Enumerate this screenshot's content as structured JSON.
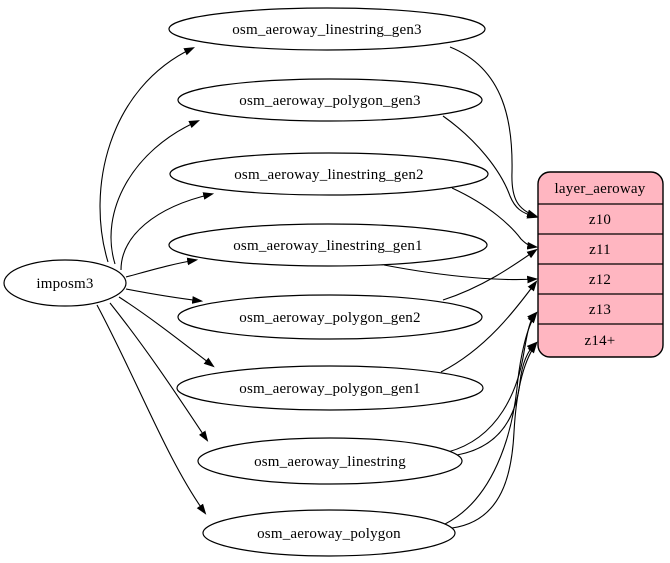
{
  "diagram": {
    "kind": "etl-dependency-graph",
    "background_color": "#ffffff",
    "edge_color": "#000000",
    "table_node_fill": "#ffffff",
    "source": {
      "label": "imposm3"
    },
    "tables": [
      {
        "label": "osm_aeroway_linestring_gen3"
      },
      {
        "label": "osm_aeroway_polygon_gen3"
      },
      {
        "label": "osm_aeroway_linestring_gen2"
      },
      {
        "label": "osm_aeroway_linestring_gen1"
      },
      {
        "label": "osm_aeroway_polygon_gen2"
      },
      {
        "label": "osm_aeroway_polygon_gen1"
      },
      {
        "label": "osm_aeroway_linestring"
      },
      {
        "label": "osm_aeroway_polygon"
      }
    ],
    "layer": {
      "header": "layer_aeroway",
      "fill": "#ffb6c1",
      "rows": [
        {
          "label": "z10"
        },
        {
          "label": "z11"
        },
        {
          "label": "z12"
        },
        {
          "label": "z13"
        },
        {
          "label": "z14+"
        }
      ]
    },
    "edges": [
      {
        "from": "imposm3",
        "to": "osm_aeroway_linestring_gen3"
      },
      {
        "from": "imposm3",
        "to": "osm_aeroway_polygon_gen3"
      },
      {
        "from": "imposm3",
        "to": "osm_aeroway_linestring_gen2"
      },
      {
        "from": "imposm3",
        "to": "osm_aeroway_linestring_gen1"
      },
      {
        "from": "imposm3",
        "to": "osm_aeroway_polygon_gen2"
      },
      {
        "from": "imposm3",
        "to": "osm_aeroway_polygon_gen1"
      },
      {
        "from": "imposm3",
        "to": "osm_aeroway_linestring"
      },
      {
        "from": "imposm3",
        "to": "osm_aeroway_polygon"
      },
      {
        "from": "osm_aeroway_linestring_gen3",
        "to": "layer_aeroway:z10"
      },
      {
        "from": "osm_aeroway_polygon_gen3",
        "to": "layer_aeroway:z10"
      },
      {
        "from": "osm_aeroway_linestring_gen2",
        "to": "layer_aeroway:z11"
      },
      {
        "from": "osm_aeroway_polygon_gen2",
        "to": "layer_aeroway:z11"
      },
      {
        "from": "osm_aeroway_linestring_gen1",
        "to": "layer_aeroway:z12"
      },
      {
        "from": "osm_aeroway_polygon_gen1",
        "to": "layer_aeroway:z12"
      },
      {
        "from": "osm_aeroway_linestring",
        "to": "layer_aeroway:z13"
      },
      {
        "from": "osm_aeroway_polygon",
        "to": "layer_aeroway:z13"
      },
      {
        "from": "osm_aeroway_linestring",
        "to": "layer_aeroway:z14+"
      },
      {
        "from": "osm_aeroway_polygon",
        "to": "layer_aeroway:z14+"
      }
    ]
  }
}
